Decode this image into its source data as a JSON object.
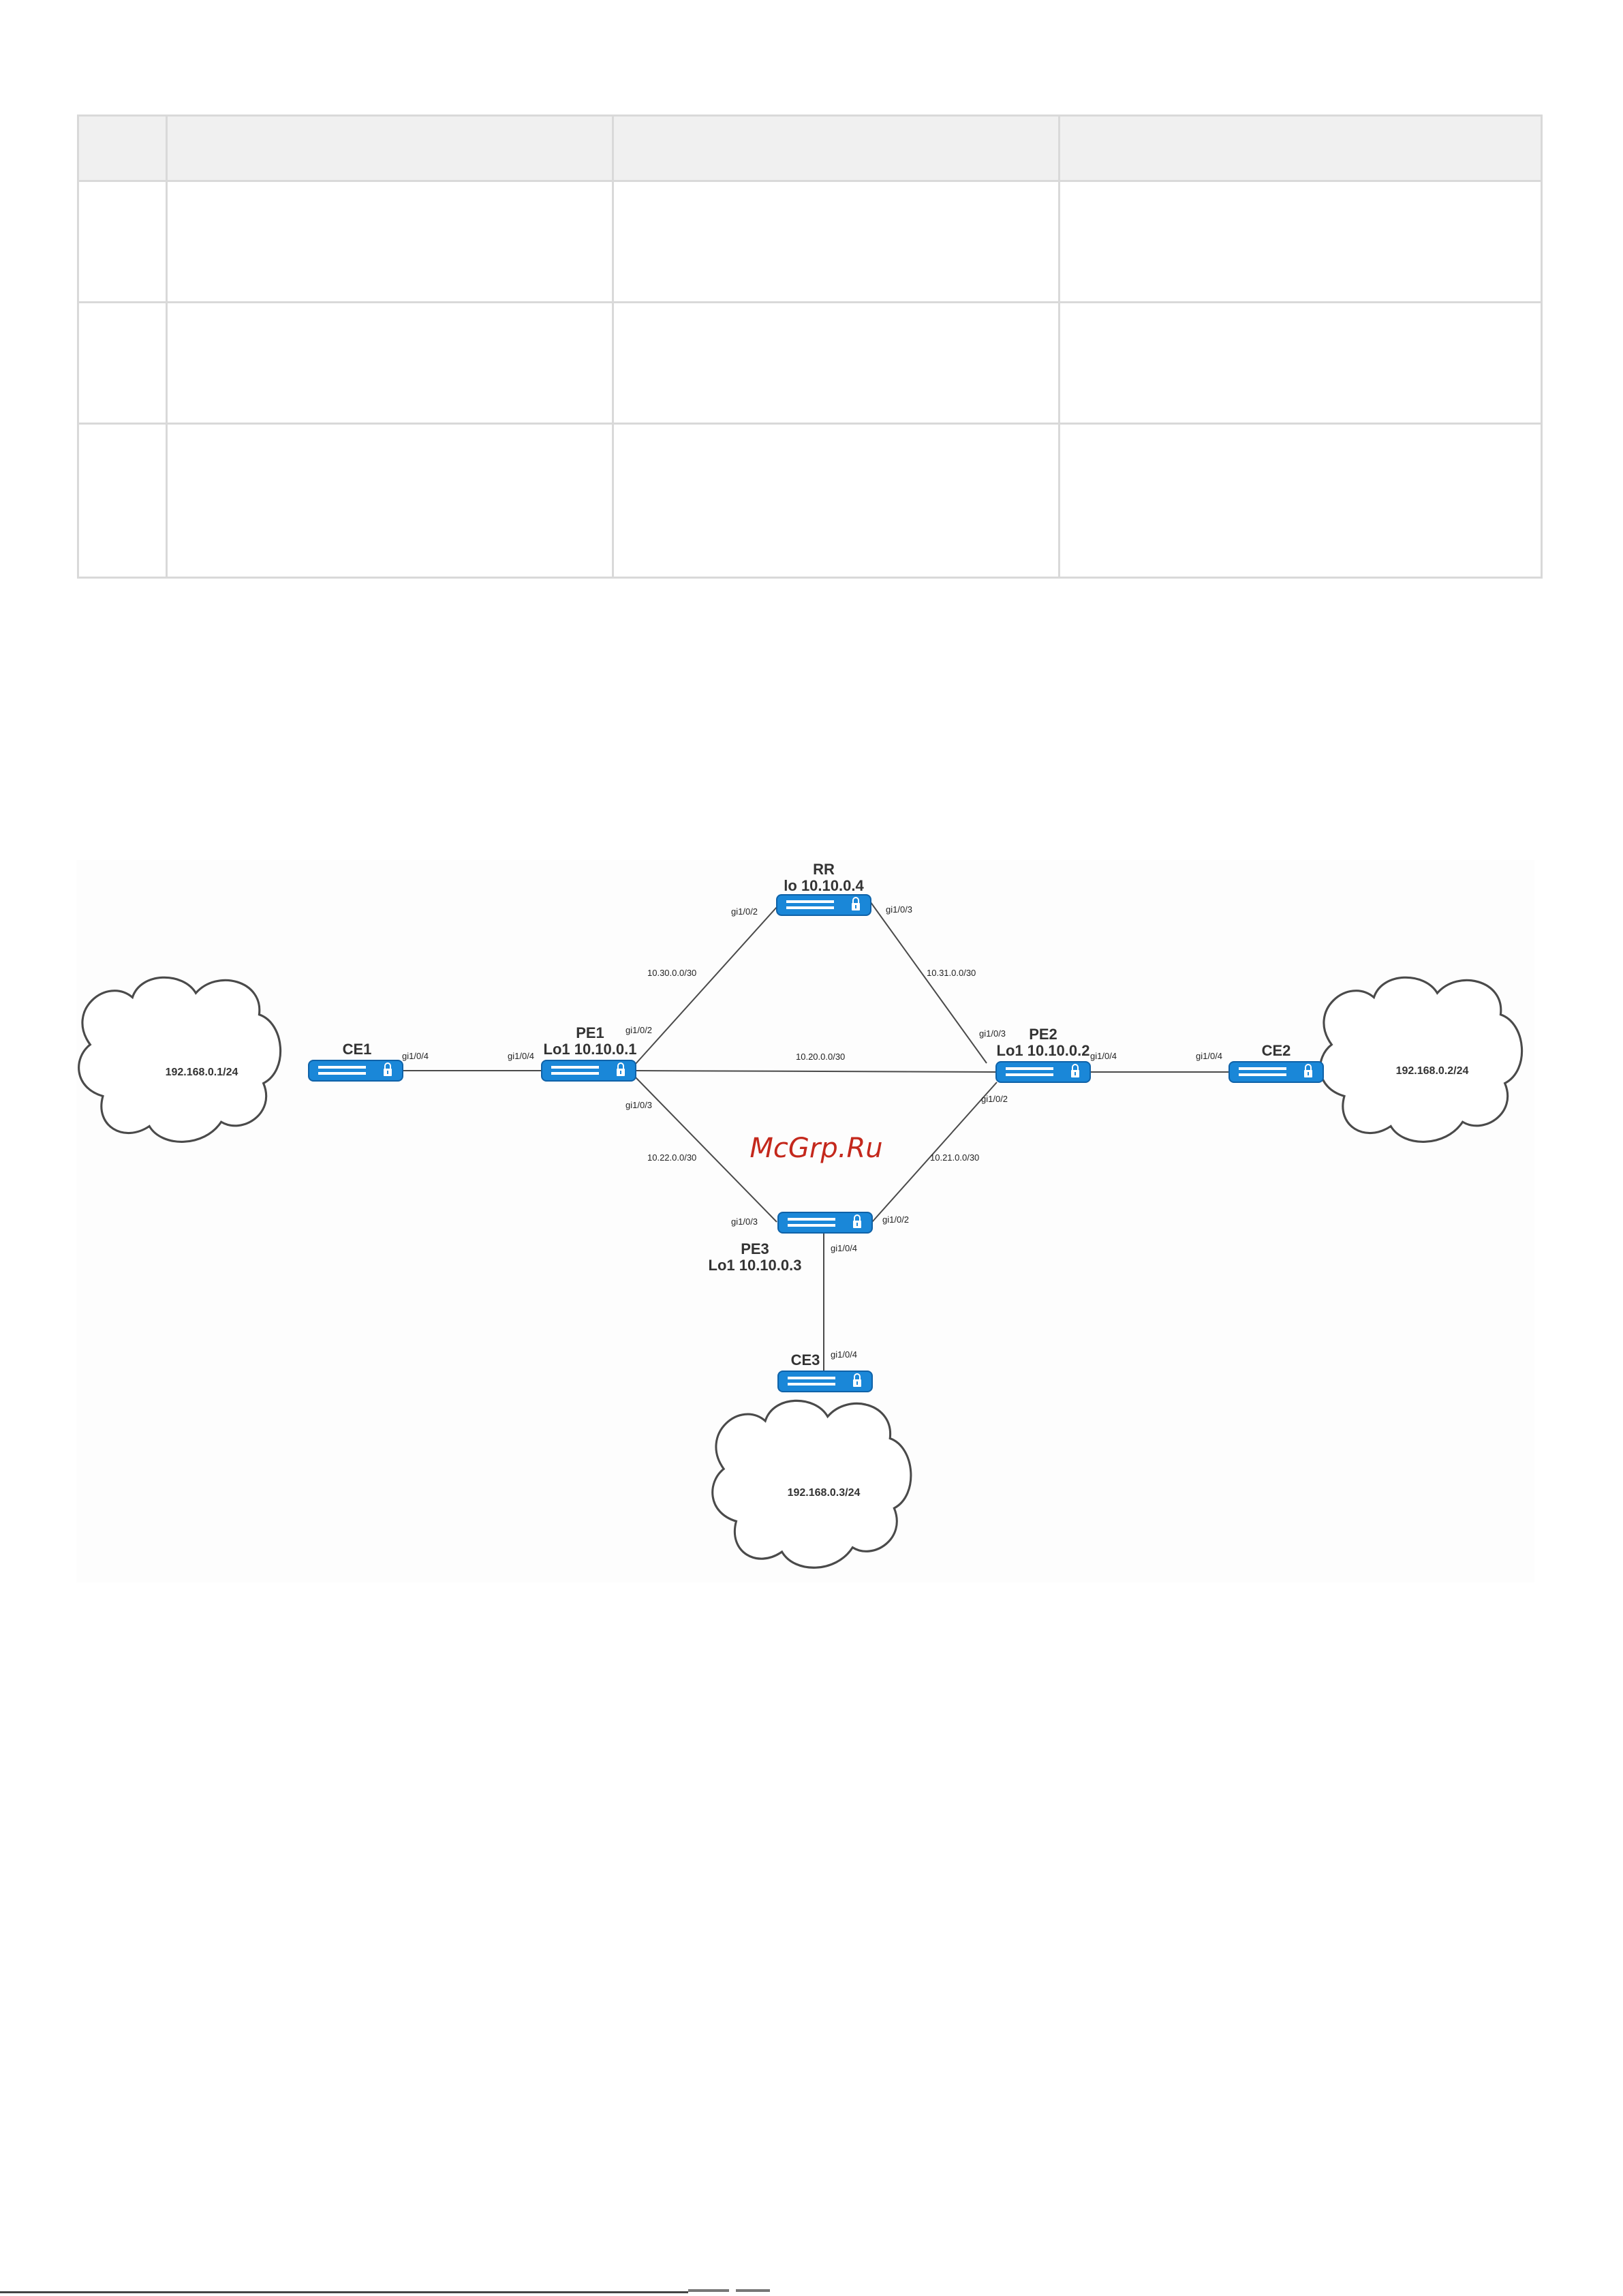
{
  "table": {
    "rows": 3,
    "cols": 4
  },
  "diagram": {
    "watermark": "McGrp.Ru",
    "devices": {
      "rr": {
        "name": "RR",
        "addr": "lo 10.10.0.4"
      },
      "pe1": {
        "name": "PE1",
        "addr": "Lo1 10.10.0.1"
      },
      "pe2": {
        "name": "PE2",
        "addr": "Lo1 10.10.0.2"
      },
      "pe3": {
        "name": "PE3",
        "addr": "Lo1 10.10.0.3"
      },
      "ce1": {
        "name": "CE1"
      },
      "ce2": {
        "name": "CE2"
      },
      "ce3": {
        "name": "CE3"
      }
    },
    "clouds": {
      "c1": "192.168.0.1/24",
      "c2": "192.168.0.2/24",
      "c3": "192.168.0.3/24"
    },
    "networks": {
      "pe1_rr": "10.30.0.0/30",
      "rr_pe2": "10.31.0.0/30",
      "pe1_pe2": "10.20.0.0/30",
      "pe1_pe3": "10.22.0.0/30",
      "pe3_pe2": "10.21.0.0/30"
    },
    "ports": {
      "rr_left": "gi1/0/2",
      "rr_right": "gi1/0/3",
      "pe1_top": "gi1/0/2",
      "pe1_left": "gi1/0/4",
      "pe1_bottom": "gi1/0/3",
      "pe2_top": "gi1/0/3",
      "pe2_right": "gi1/0/4",
      "pe2_bottom": "gi1/0/2",
      "pe3_left": "gi1/0/3",
      "pe3_right": "gi1/0/2",
      "pe3_down": "gi1/0/4",
      "ce1_right": "gi1/0/4",
      "ce2_left": "gi1/0/4",
      "ce3_up": "gi1/0/4"
    }
  },
  "colors": {
    "device": "#1a87d8",
    "device_dark": "#0f62a8",
    "link": "#4a4a4a",
    "watermark": "#c4281c",
    "cloud_stroke": "#4a4a4a"
  }
}
